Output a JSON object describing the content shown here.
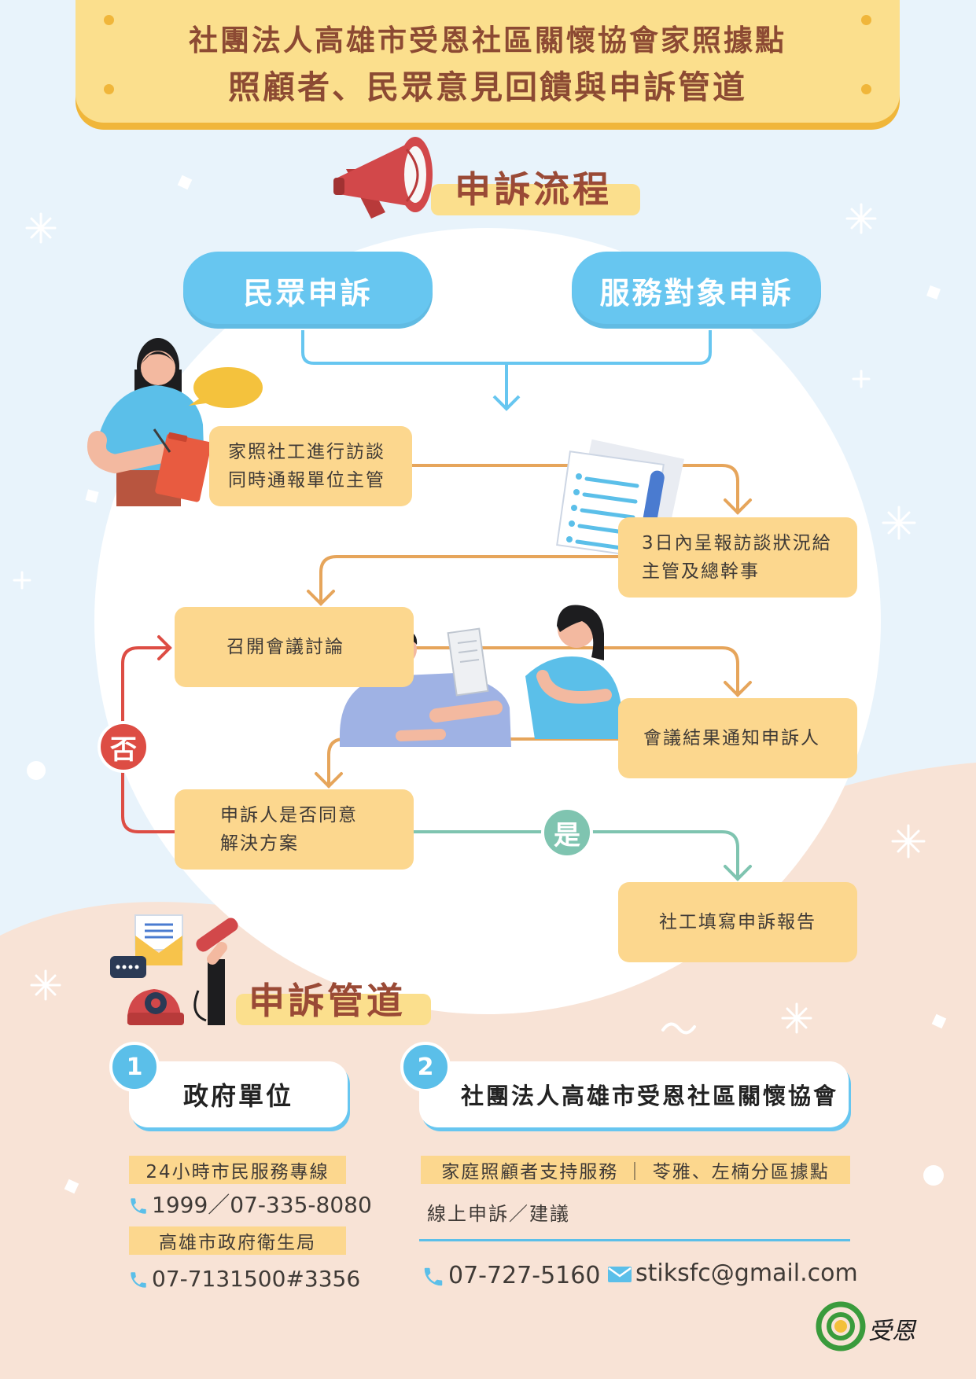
{
  "title": {
    "line1": "社團法人高雄市受恩社區關懷協會家照據點",
    "line2": "照顧者、民眾意見回饋與申訴管道"
  },
  "process": {
    "heading": "申訴流程",
    "sources": [
      "民眾申訴",
      "服務對象申訴"
    ],
    "steps": {
      "interview": [
        "家照社工進行訪談",
        "同時通報單位主管"
      ],
      "report": [
        "3日內呈報訪談狀況給",
        "主管及總幹事"
      ],
      "meeting": "召開會議討論",
      "notify": "會議結果通知申訴人",
      "agree": [
        "申訴人是否同意",
        "解決方案"
      ],
      "final": "社工填寫申訴報告"
    },
    "no_label": "否",
    "yes_label": "是"
  },
  "channels": {
    "heading": "申訴管道",
    "gov": {
      "number": "1",
      "title": "政府單位",
      "hotline_label": "24小時市民服務專線",
      "hotline_phone": "1999／07-335-8080",
      "health_label": "高雄市政府衛生局",
      "health_phone": "07-7131500#3356"
    },
    "assoc": {
      "number": "2",
      "title": "社團法人高雄市受恩社區關懷協會",
      "service_label": "家庭照顧者支持服務 ｜ 苓雅、左楠分區據點",
      "online_label": "線上申訴／建議",
      "phone": "07-727-5160",
      "email": "stiksfc@gmail.com"
    }
  },
  "logo": {
    "text": "受恩"
  },
  "colors": {
    "blue": "#67c6f0",
    "yellow": "#fcd78e",
    "orange_arrow": "#e6a55b",
    "red": "#dd4d44",
    "teal": "#7fc4b0",
    "brown_text": "#9a4a36"
  }
}
